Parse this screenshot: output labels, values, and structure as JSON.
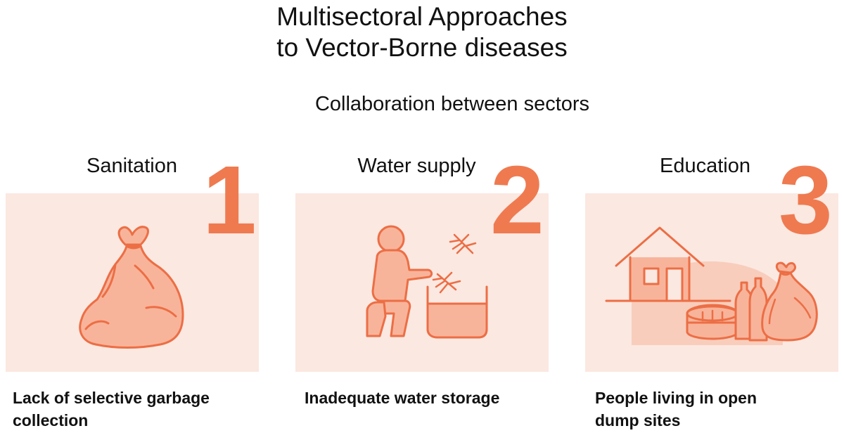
{
  "title": {
    "line1": "Multisectoral Approaches",
    "line2": "to Vector-Borne diseases"
  },
  "subtitle": "Collaboration between sectors",
  "colors": {
    "accent": "#ef7a50",
    "panel_background": "#fbe8e1",
    "illustration_fill": "#f8b49a",
    "illustration_stroke": "#ec6e45"
  },
  "panels": [
    {
      "heading": "Sanitation",
      "number": "1",
      "illustration": "garbage-bag-icon",
      "caption_line1": "Lack of selective garbage",
      "caption_line2": "collection"
    },
    {
      "heading": "Water supply",
      "number": "2",
      "illustration": "person-water-container-mosquitoes-icon",
      "caption_line1": "Inadequate water storage",
      "caption_line2": ""
    },
    {
      "heading": "Education",
      "number": "3",
      "illustration": "house-dump-site-icon",
      "caption_line1": "People living in open",
      "caption_line2": "dump sites"
    }
  ]
}
